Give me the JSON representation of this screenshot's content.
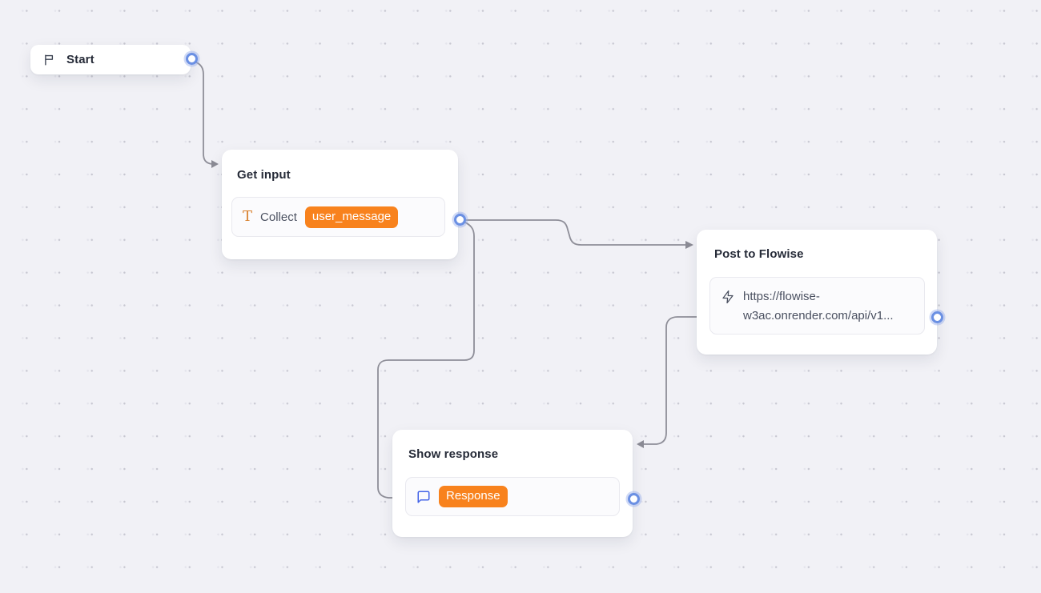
{
  "canvas": {
    "type": "flow-builder-canvas",
    "background_color": "#f1f1f6",
    "grid_dot_color": "#c7c7d1"
  },
  "nodes": {
    "start": {
      "title": "Start",
      "icon": "flag-icon"
    },
    "get_input": {
      "title": "Get input",
      "item": {
        "icon": "text-icon",
        "icon_glyph": "T",
        "label": "Collect",
        "badge": "user_message"
      }
    },
    "post_to_flowise": {
      "title": "Post to Flowise",
      "item": {
        "icon": "zap-icon",
        "url": "https://flowise-\nw3ac.onrender.com/api/v1..."
      }
    },
    "show_response": {
      "title": "Show response",
      "item": {
        "icon": "chat-bubble-icon",
        "badge": "Response"
      }
    }
  },
  "edges": [
    {
      "from": "start",
      "to": "get_input"
    },
    {
      "from": "get_input",
      "to": "post_to_flowise"
    },
    {
      "from": "get_input",
      "to": "show_response"
    },
    {
      "from": "post_to_flowise",
      "to": "show_response"
    }
  ],
  "colors": {
    "node_background": "#ffffff",
    "node_title_text": "#262b38",
    "item_background": "#fbfbfd",
    "item_border": "#e9e9ef",
    "item_text": "#4d5362",
    "badge_background": "#f8821d",
    "badge_text": "#ffffff",
    "port_ring": "#6b90e3",
    "edge_line": "#8e8e98",
    "text_icon_color": "#d9822f",
    "chat_icon_color": "#4364e8",
    "zap_icon_color": "#4a5060",
    "flag_icon_color": "#394050"
  }
}
